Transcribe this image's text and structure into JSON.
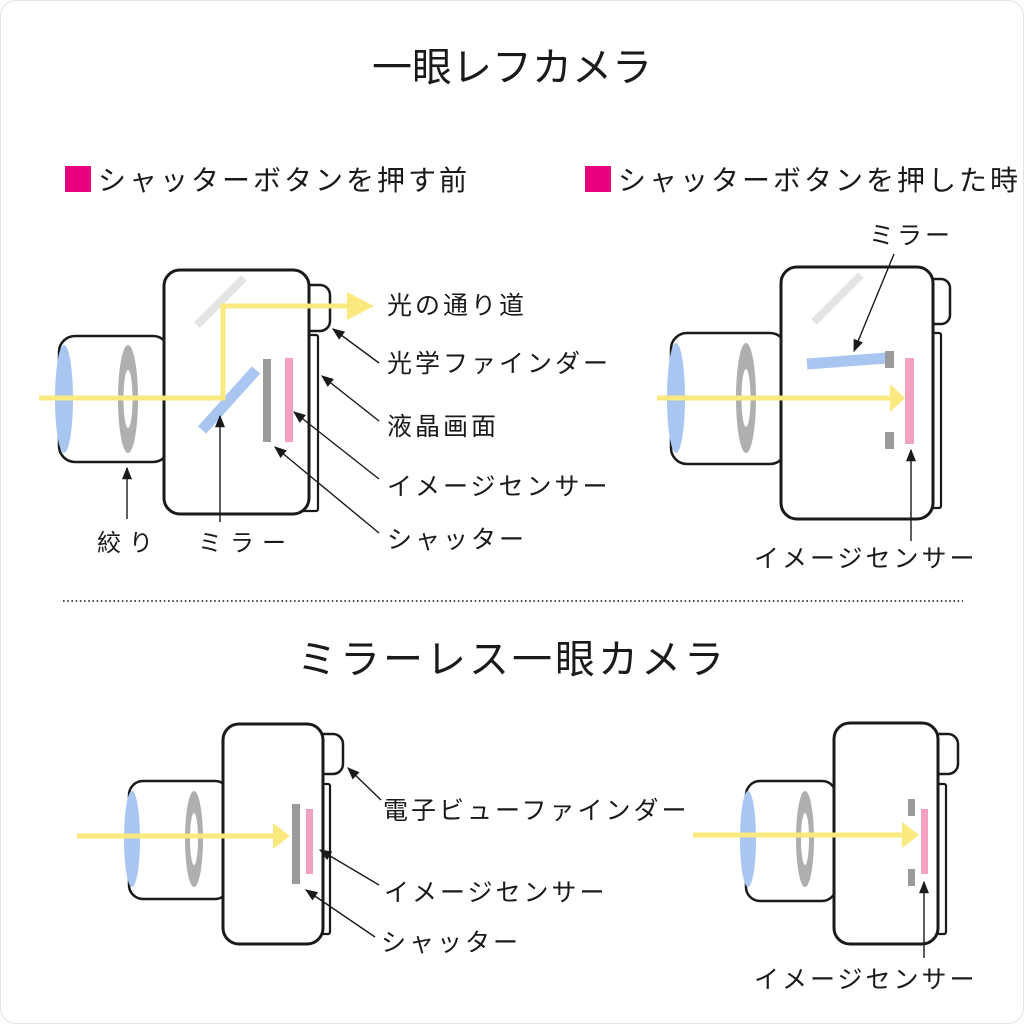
{
  "page": {
    "title": "一眼レフカメラ",
    "subtitle": "ミラーレス一眼カメラ"
  },
  "sections": {
    "before": {
      "bullet_icon": "magenta-square-icon",
      "label": "シャッターボタンを押す前"
    },
    "after": {
      "bullet_icon": "magenta-square-icon",
      "label": "シャッターボタンを押した時"
    }
  },
  "labels": {
    "slr_before": {
      "light_path": "光の通り道",
      "optical_viewfinder": "光学ファインダー",
      "lcd": "液晶画面",
      "image_sensor": "イメージセンサー",
      "shutter": "シャッター",
      "aperture": "絞り",
      "mirror": "ミラー"
    },
    "slr_after": {
      "mirror": "ミラー",
      "image_sensor": "イメージセンサー"
    },
    "mirrorless_before": {
      "evf": "電子ビューファインダー",
      "image_sensor": "イメージセンサー",
      "shutter": "シャッター"
    },
    "mirrorless_after": {
      "image_sensor": "イメージセンサー"
    }
  },
  "colors": {
    "accent_magenta": "#E7017E",
    "light_yellow": "#F9E97E",
    "mirror_blue": "#A9C6F1",
    "sensor_pink": "#F2A2C0",
    "shutter_gray": "#9B9B9B",
    "pentaprism_gray": "#E4E4E4",
    "aperture_gray": "#AFAFAF",
    "outline_black": "#1A1A1A"
  }
}
